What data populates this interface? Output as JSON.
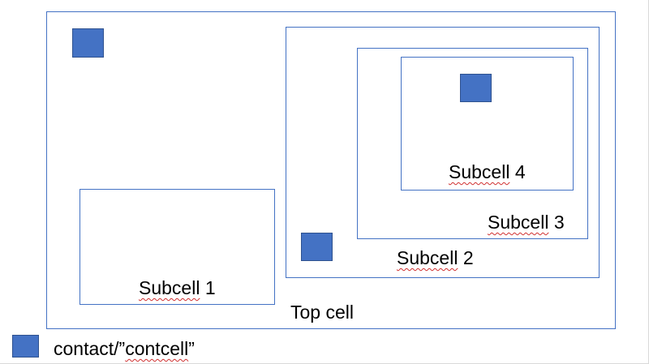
{
  "cells": {
    "top": {
      "label": "Top cell"
    },
    "subcell1": {
      "word": "Subcell",
      "num": " 1"
    },
    "subcell2": {
      "word": "Subcell",
      "num": " 2"
    },
    "subcell3": {
      "word": "Subcell",
      "num": " 3"
    },
    "subcell4": {
      "word": "Subcell",
      "num": " 4"
    }
  },
  "legend": {
    "prefix": "contact/”",
    "word": "contcell",
    "suffix": "”"
  },
  "colors": {
    "outline": "#4472c4",
    "contact_fill": "#4472c4",
    "contact_border": "#2f528f",
    "spellcheck_underline": "#d03030"
  }
}
